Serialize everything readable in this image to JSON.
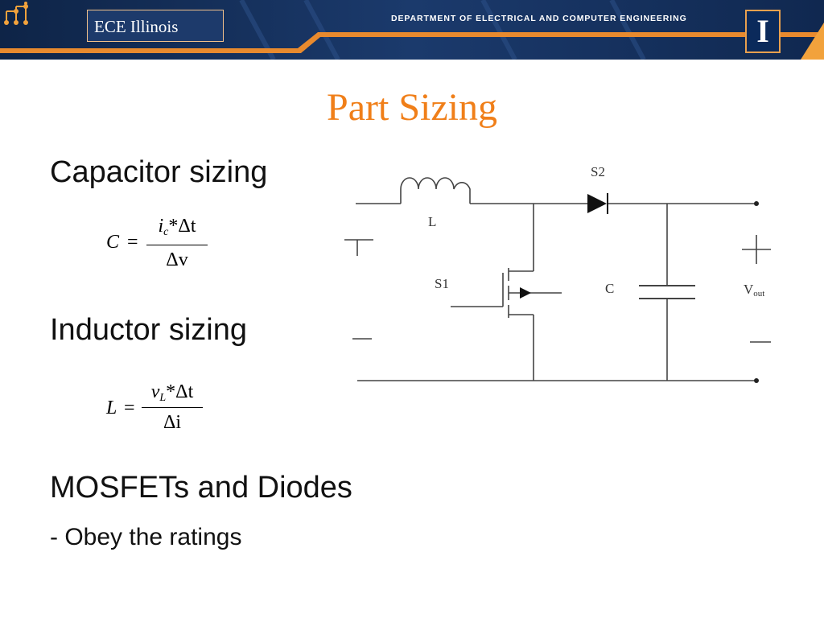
{
  "banner": {
    "logo_text": "ECE Illinois",
    "department": "DEPARTMENT OF ELECTRICAL AND COMPUTER ENGINEERING",
    "block_i": "I"
  },
  "slide": {
    "title": "Part Sizing",
    "capacitor_heading": "Capacitor sizing",
    "inductor_heading": "Inductor sizing",
    "mosfet_heading": "MOSFETs and Diodes",
    "mosfet_note": "- Obey the ratings"
  },
  "capacitor_equation": {
    "lhs": "C",
    "equals": "=",
    "numerator_var": "i",
    "numerator_sub": "c",
    "numerator_rest": "*Δt",
    "denominator": "Δv"
  },
  "inductor_equation": {
    "lhs": "L",
    "equals": "=",
    "numerator_var": "v",
    "numerator_sub": "L",
    "numerator_rest": "*Δt",
    "denominator": "Δi"
  },
  "circuit": {
    "inductor_label": "L",
    "diode_label": "S2",
    "switch_label": "S1",
    "capacitor_label": "C",
    "vout_main": "V",
    "vout_sub": "out",
    "plus_sign": "+",
    "minus_sign": "—"
  }
}
